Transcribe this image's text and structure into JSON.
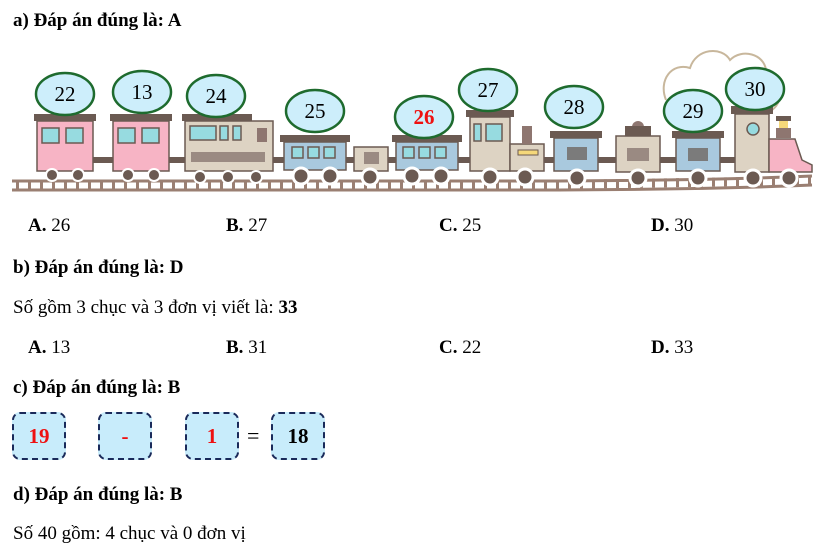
{
  "part_a": {
    "heading": "a) Đáp án đúng là: A",
    "train_numbers": [
      {
        "value": "22",
        "highlight": false
      },
      {
        "value": "13",
        "highlight": false
      },
      {
        "value": "24",
        "highlight": false
      },
      {
        "value": "25",
        "highlight": false
      },
      {
        "value": "26",
        "highlight": true
      },
      {
        "value": "27",
        "highlight": false
      },
      {
        "value": "28",
        "highlight": false
      },
      {
        "value": "29",
        "highlight": false
      },
      {
        "value": "30",
        "highlight": false
      }
    ],
    "options": [
      {
        "letter": "A.",
        "value": "26"
      },
      {
        "letter": "B.",
        "value": "27"
      },
      {
        "letter": "C.",
        "value": "25"
      },
      {
        "letter": "D.",
        "value": "30"
      }
    ]
  },
  "part_b": {
    "heading": "b) Đáp án đúng là: D",
    "explanation_text": "Số gồm 3 chục và 3 đơn vị viết là: ",
    "explanation_answer": "33",
    "options": [
      {
        "letter": "A.",
        "value": "13"
      },
      {
        "letter": "B.",
        "value": "31"
      },
      {
        "letter": "C.",
        "value": "22"
      },
      {
        "letter": "D.",
        "value": "33"
      }
    ]
  },
  "part_c": {
    "heading": "c) Đáp án đúng là: B",
    "equation": {
      "operand1": "19",
      "operator": "-",
      "operand2": "1",
      "equals": "=",
      "result": "18"
    }
  },
  "part_d": {
    "heading": "d) Đáp án đúng là: B",
    "explanation": "Số 40 gồm: 4 chục và 0 đơn vị"
  },
  "colors": {
    "highlight_red": "#ee1111",
    "bubble_fill": "#cdeefb",
    "bubble_stroke": "#1e6b2e",
    "box_fill": "#c8ecfb",
    "box_border": "#1a2a5a"
  }
}
